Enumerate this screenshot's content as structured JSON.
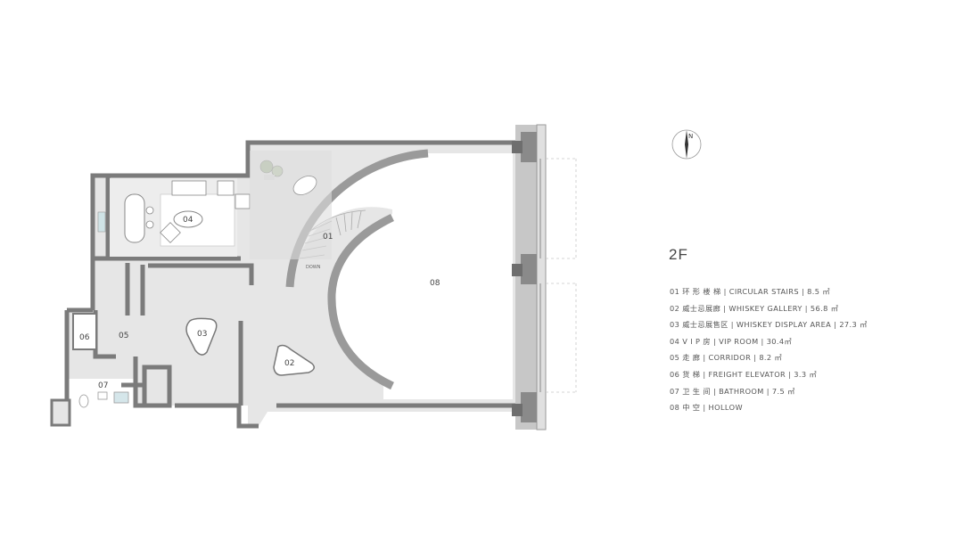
{
  "floor": {
    "title": "2F"
  },
  "rooms": {
    "r01": "01",
    "r02": "02",
    "r03": "03",
    "r04": "04",
    "r05": "05",
    "r06": "06",
    "r07": "07",
    "r08": "08",
    "stair_note": "DOWN"
  },
  "compass": {
    "letter": "N",
    "icon": "north-arrow-icon"
  },
  "legend": [
    {
      "text": "01 环 形 楼 梯 | CIRCULAR STAIRS | 8.5 ㎡"
    },
    {
      "text": "02 威士忌展廊 | WHISKEY GALLERY | 56.8 ㎡"
    },
    {
      "text": "03 威士忌展售区 | WHISKEY DISPLAY AREA | 27.3 ㎡"
    },
    {
      "text": "04 V I P 房 | VIP ROOM | 30.4㎡"
    },
    {
      "text": "05 走 廊 | CORRIDOR | 8.2 ㎡"
    },
    {
      "text": "06 货 梯 | FREIGHT ELEVATOR | 3.3 ㎡"
    },
    {
      "text": "07 卫 生 间 | BATHROOM | 7.5 ㎡"
    },
    {
      "text": "08 中 空 | HOLLOW"
    }
  ],
  "colors": {
    "wall": "#7b7b7b",
    "floor": "#e5e5e5",
    "hollow": "#ffffff",
    "text": "#555555"
  }
}
